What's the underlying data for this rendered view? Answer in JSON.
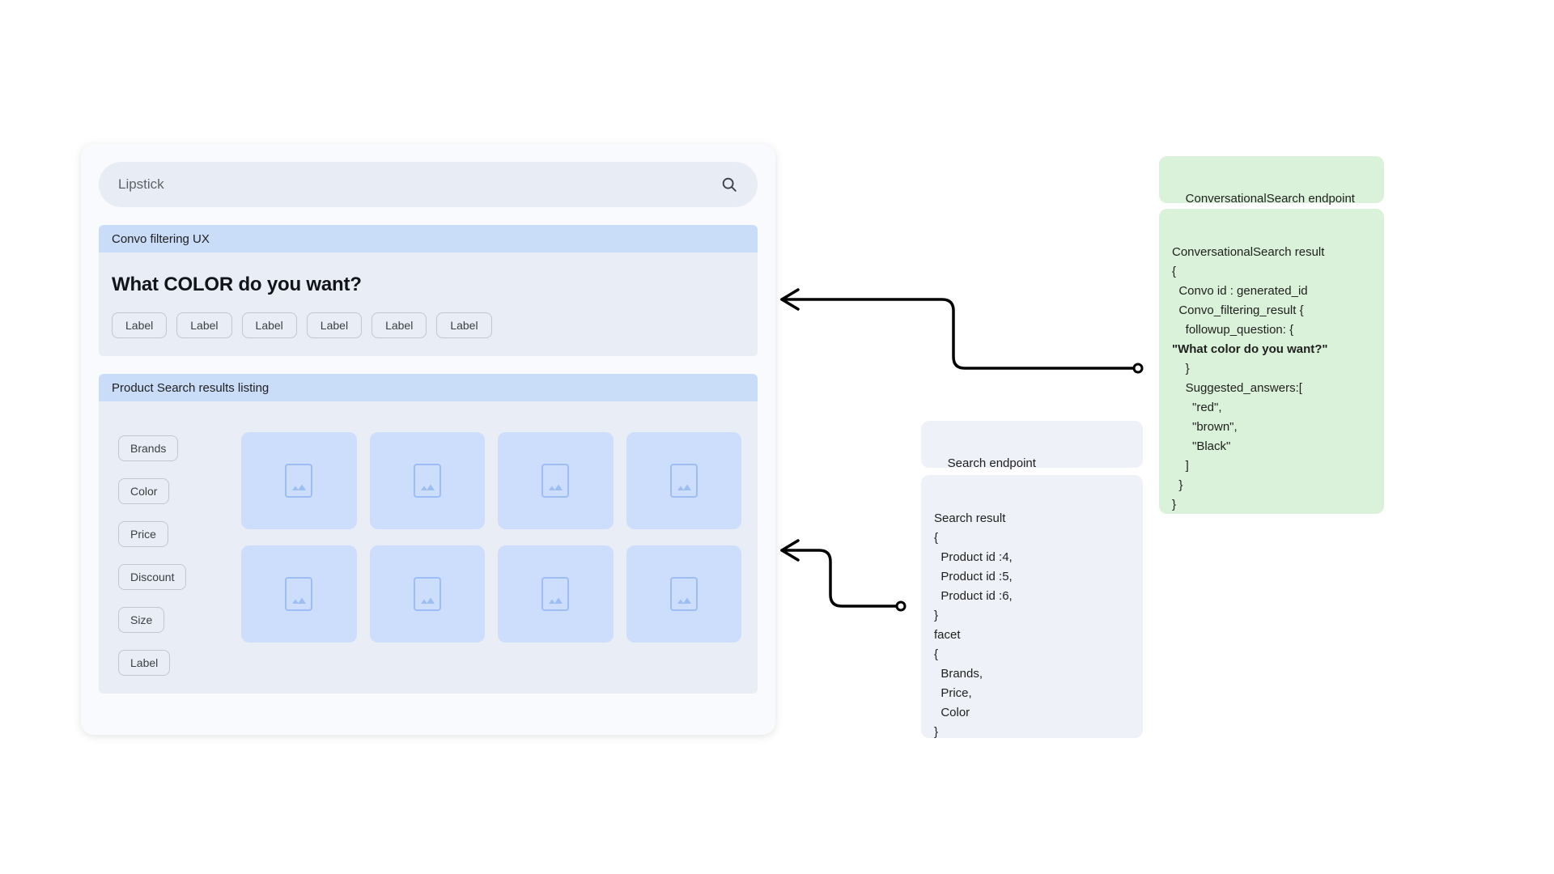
{
  "app": {
    "search": {
      "value": "Lipstick",
      "icon": "search-icon"
    },
    "convo_section": {
      "header": "Convo filtering UX",
      "question": "What COLOR do you want?",
      "chips": [
        "Label",
        "Label",
        "Label",
        "Label",
        "Label",
        "Label"
      ]
    },
    "results_section": {
      "header": "Product Search results listing",
      "facets": [
        "Brands",
        "Color",
        "Price",
        "Discount",
        "Size",
        "Label"
      ],
      "product_card_count": 8,
      "placeholder_icon": "image-placeholder-icon"
    }
  },
  "panels": {
    "conversational_endpoint": {
      "title": "ConversationalSearch endpoint"
    },
    "conversational_result": {
      "title": "ConversationalSearch result",
      "line_open": "{",
      "line_convo_id": "  Convo id : generated_id",
      "line_filtering_open": "  Convo_filtering_result {",
      "line_followup_open": "    followup_question: {",
      "line_followup_value": "\"What color do you want?\"",
      "line_followup_close": "    }",
      "line_suggested_open": "    Suggested_answers:[",
      "line_red": "      \"red\",",
      "line_brown": "      \"brown\",",
      "line_black": "      \"Black\"",
      "line_arr_close": "    ]",
      "line_filtering_close": "  }",
      "line_close": "}"
    },
    "search_endpoint": {
      "title": "Search endpoint"
    },
    "search_result": {
      "title": "Search result",
      "line_open": "{",
      "line_p4": "  Product id :4,",
      "line_p5": "  Product id :5,",
      "line_p6": "  Product id :6,",
      "line_close": "}",
      "line_facet": "facet",
      "line_facet_open": "{",
      "line_brands": "  Brands,",
      "line_price": "  Price,",
      "line_color": "  Color",
      "line_facet_close": "}"
    }
  },
  "colors": {
    "section_header": "#c9dcf8",
    "section_body": "#e9edf5",
    "product_card": "#ccdefb",
    "panel_green": "#d9f2d9",
    "panel_grey": "#eef1f7",
    "connector": "#000000"
  }
}
